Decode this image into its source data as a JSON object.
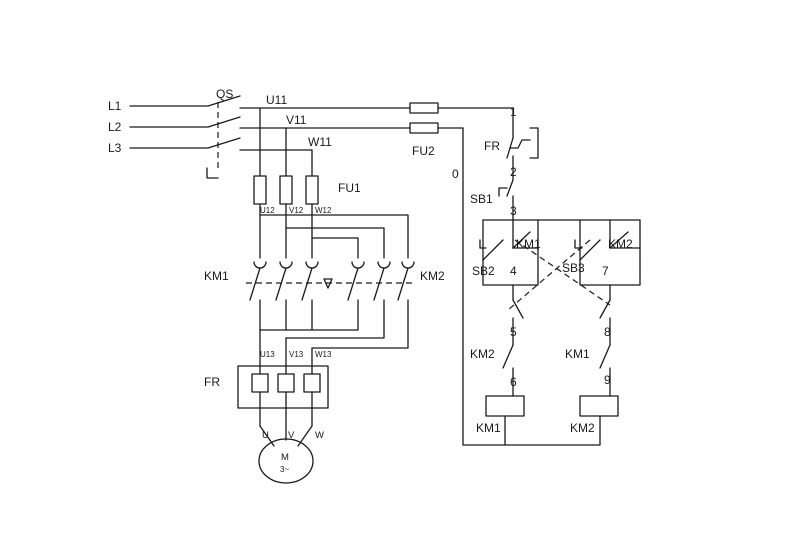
{
  "lines": {
    "l1": "L1",
    "l2": "L2",
    "l3": "L3"
  },
  "switch": {
    "qs": "QS"
  },
  "nodes": {
    "u11": "U11",
    "v11": "V11",
    "w11": "W11",
    "u12": "U12",
    "v12": "V12",
    "w12": "W12",
    "u13": "U13",
    "v13": "V13",
    "w13": "W13",
    "u": "U",
    "v": "V",
    "w": "W",
    "n0": "0",
    "n1": "1",
    "n2": "2",
    "n3": "3",
    "n4": "4",
    "n5": "5",
    "n6": "6",
    "n7": "7",
    "n8": "8",
    "n9": "9"
  },
  "fuses": {
    "fu1": "FU1",
    "fu2": "FU2"
  },
  "contactors": {
    "km1": "KM1",
    "km2": "KM2"
  },
  "relay": {
    "fr": "FR"
  },
  "buttons": {
    "sb1": "SB1",
    "sb2": "SB2",
    "sb3": "SB3"
  },
  "motor": {
    "m": "M",
    "phase": "3~"
  }
}
